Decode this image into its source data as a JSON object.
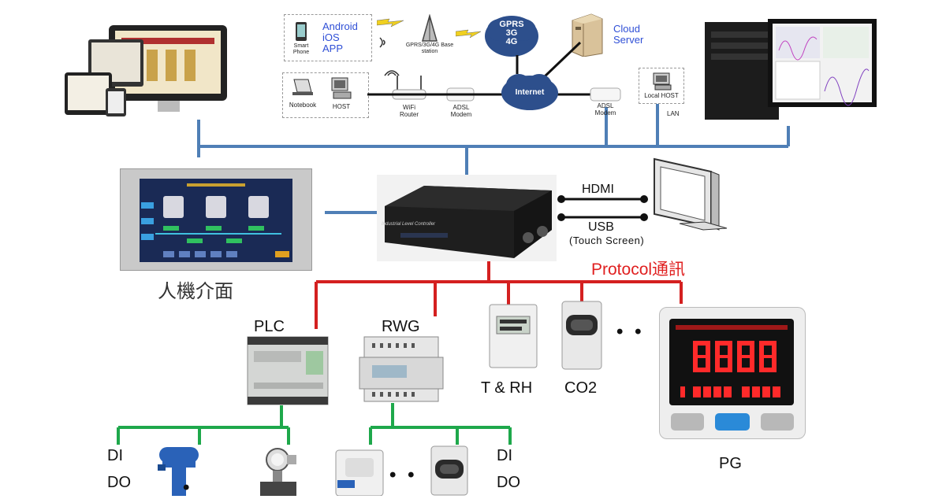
{
  "colors": {
    "network_line": "#4f7fb6",
    "protocol_line": "#d42020",
    "io_line": "#1ea84b",
    "protocol_text": "#e02020",
    "app_text": "#2f4fd6",
    "cloud_text": "#2f4fd6"
  },
  "top": {
    "app_labels": [
      "Android",
      "iOS",
      "APP"
    ],
    "smart_phone": "Smart Phone",
    "base_station": "GPRS/3G/4G Base station",
    "gprs_cloud": [
      "GPRS",
      "3G",
      "4G"
    ],
    "cloud_server": [
      "Cloud",
      "Server"
    ],
    "notebook": "Notebook",
    "host": "HOST",
    "wifi_router": [
      "WiFi",
      "Router"
    ],
    "adsl_modem_1": [
      "ADSL",
      "Modem"
    ],
    "internet": "Internet",
    "adsl_modem_2": [
      "ADSL",
      "Modem"
    ],
    "local_host": "Local HOST",
    "lan": "LAN"
  },
  "middle": {
    "hmi_label": "人機介面",
    "controller_caption": "Industrial Level Controller",
    "hdmi": "HDMI",
    "usb": "USB",
    "touch_screen": "(Touch Screen)",
    "protocol": "Protocol通訊"
  },
  "devices": {
    "plc": "PLC",
    "rwg": "RWG",
    "t_rh": "T & RH",
    "co2": "CO2",
    "pg": "PG",
    "ellipsis": "• •"
  },
  "io": {
    "left_di": "DI",
    "left_do": "DO",
    "right_di": "DI",
    "right_do": "DO",
    "ellipsis": "• •"
  }
}
